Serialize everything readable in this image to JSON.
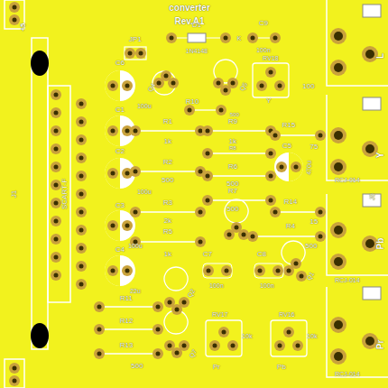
{
  "diagram": {
    "title": "converter",
    "labels": [
      "Rev.A1",
      "+5",
      "JP1",
      "D1",
      "1N4148",
      "K",
      "C9",
      "100n",
      "RV18",
      "L",
      "C6",
      "100u",
      "Q4",
      "Q5",
      "Y",
      "100",
      "R10",
      "C1",
      "R1",
      "R9",
      "500",
      "R15",
      "75",
      "1k",
      "1k",
      "R8",
      "C5",
      "470u",
      "Y",
      "C2",
      "R2",
      "R6",
      "500",
      "100u",
      "500",
      "RCJ-014",
      "R7",
      "C3",
      "R3",
      "R14",
      "2k",
      "500",
      "J5",
      "15",
      "100u",
      "R5",
      "R4",
      "500",
      "Pb",
      "RCJ-014",
      "C4",
      "1k",
      "C7",
      "C8",
      "Q1",
      "22u",
      "R11",
      "Q2",
      "100n",
      "100n",
      "RV17",
      "RV16",
      "R12",
      "10k",
      "10k",
      "R13",
      "Q7",
      "Pr",
      "Pb",
      "500",
      "Pr",
      "RCJ-014",
      "J1",
      "SCART-F"
    ]
  }
}
